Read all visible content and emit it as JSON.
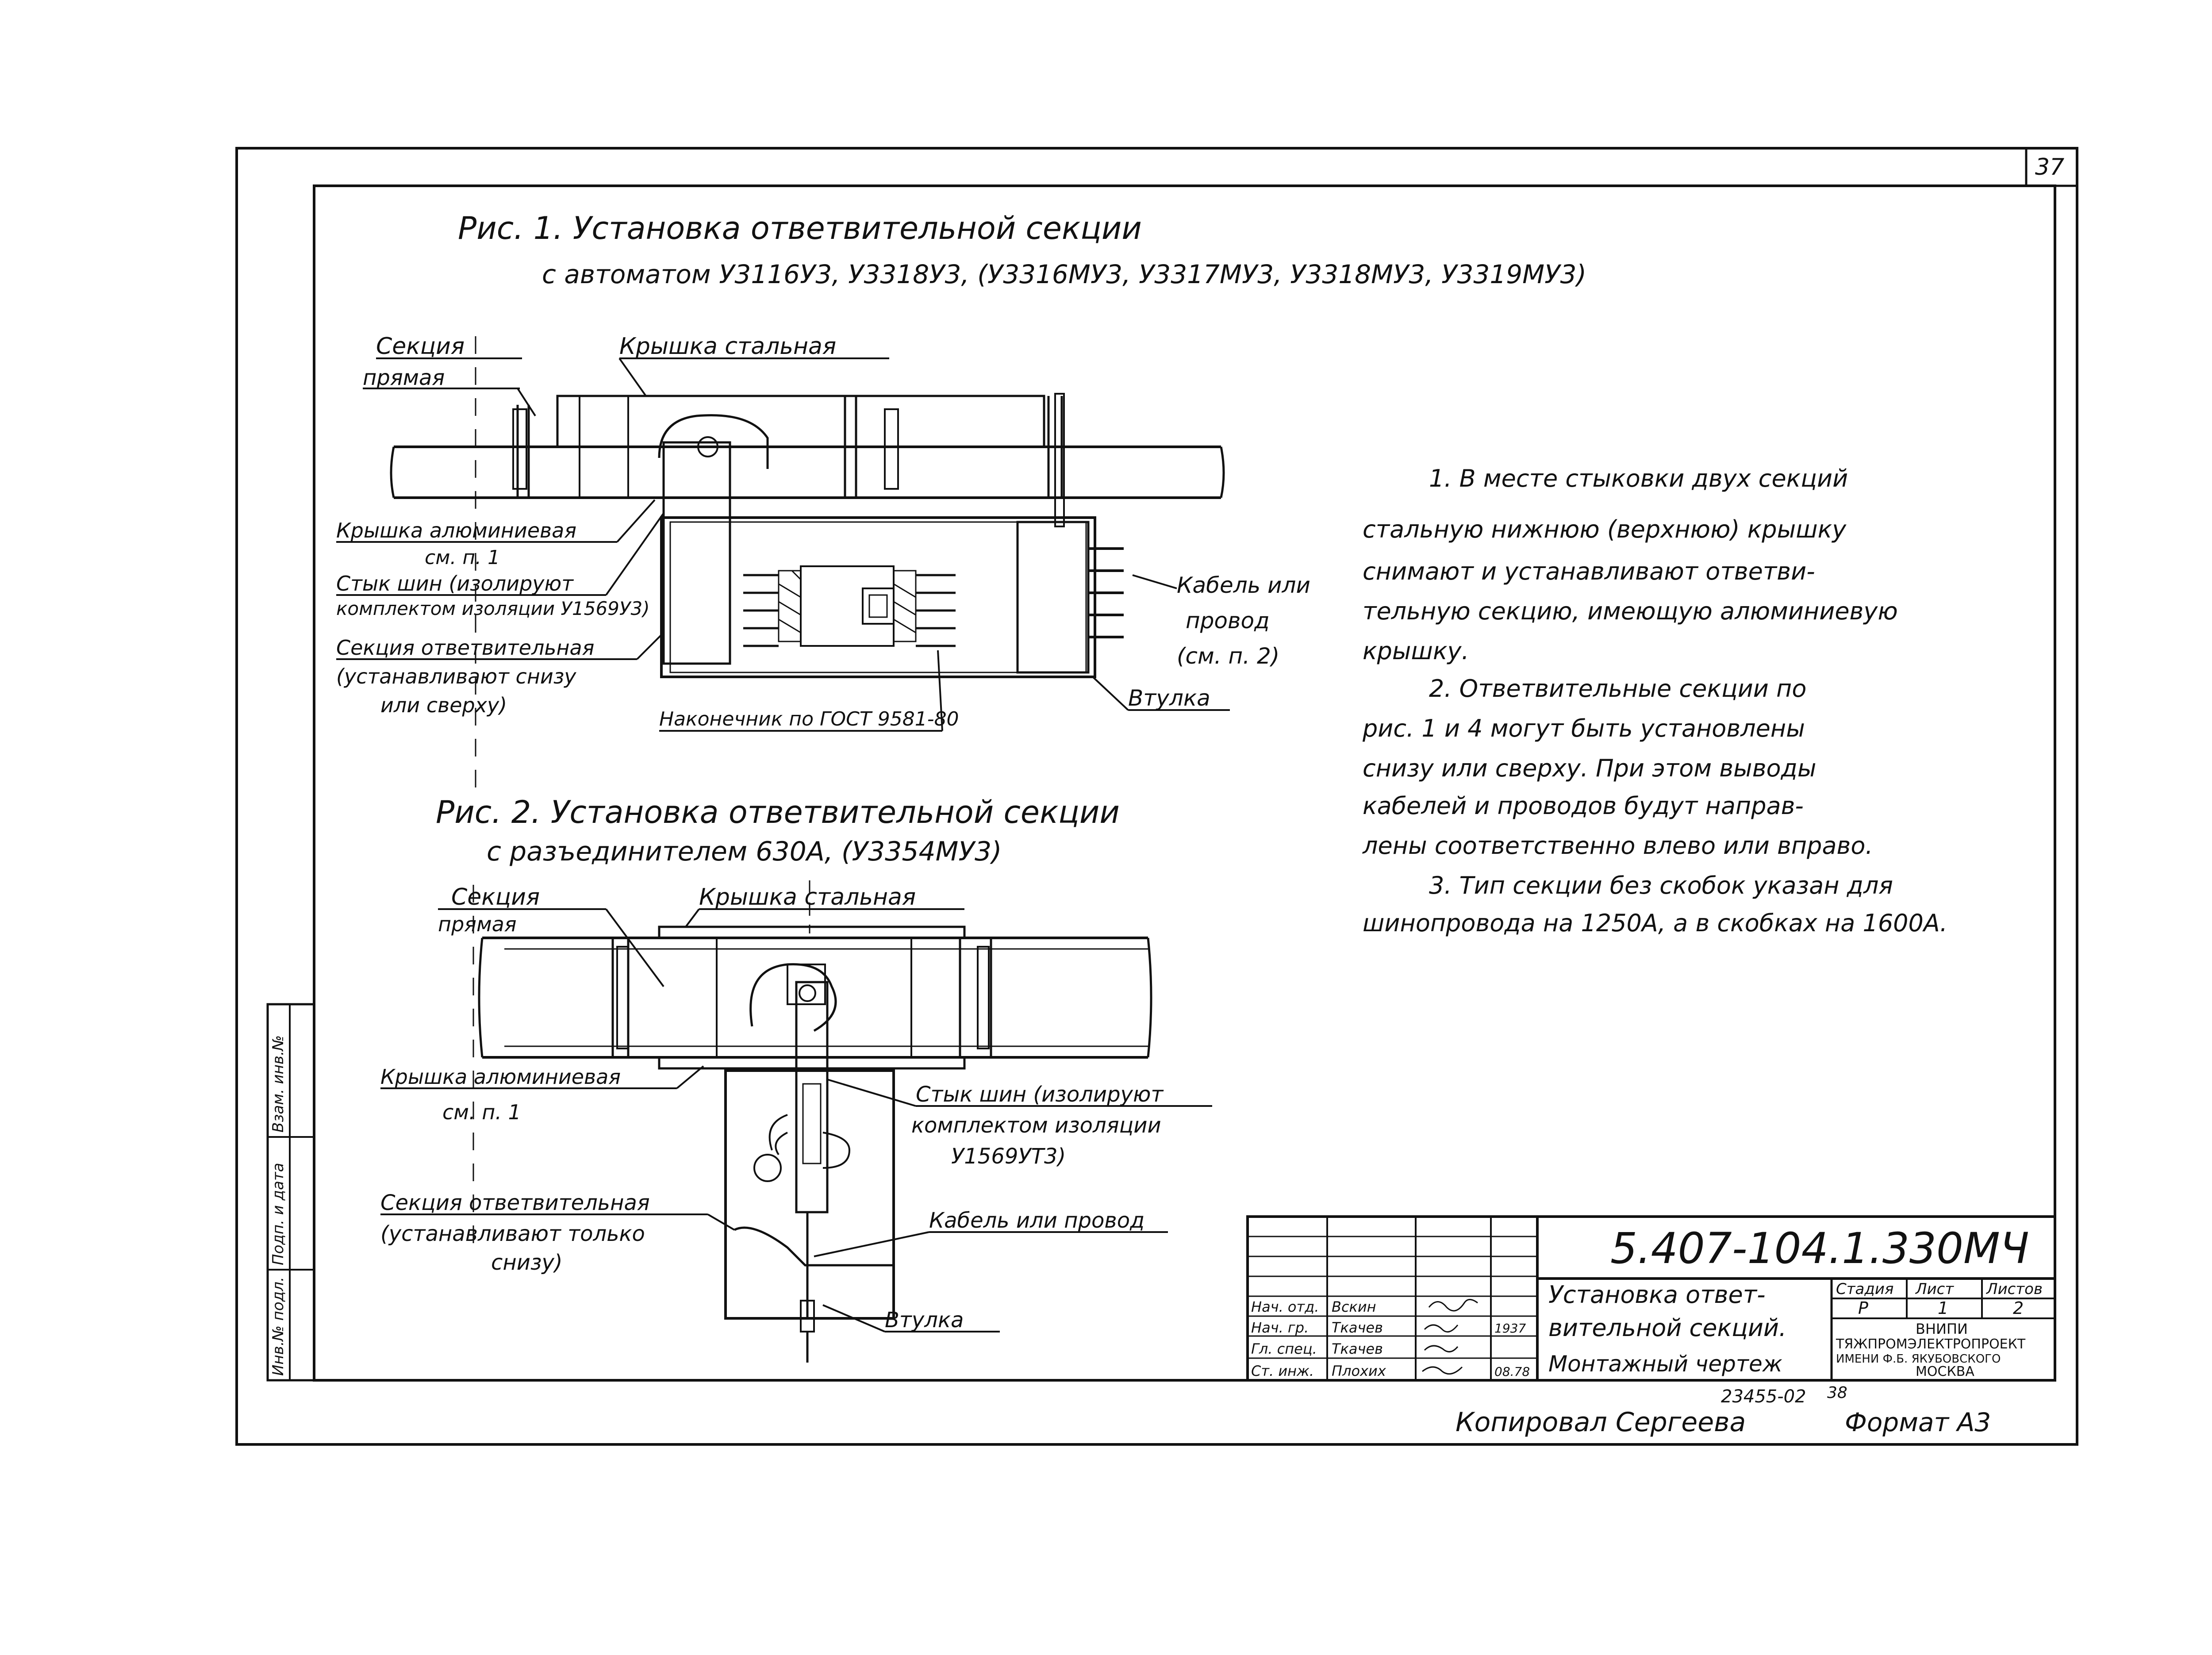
{
  "sheet": {
    "page_number": "37",
    "designation": "5.407-104.1.330МЧ",
    "copied_by": "Копировал Сергеева",
    "format": "Формат А3",
    "archive_no": "23455-02",
    "archive_sub": "38"
  },
  "fig1": {
    "title_line1": "Рис. 1. Установка ответвительной секции",
    "title_line2": "с автоматом У3116У3, У3318У3, (У3316МУ3, У3317МУ3, У3318МУ3, У3319МУ3)",
    "labels": {
      "section_straight_1": "Секция",
      "section_straight_2": "прямая",
      "cover_steel": "Крышка стальная",
      "cover_alu_1": "Крышка алюминиевая",
      "cover_alu_2": "см. п. 1",
      "joint_1": "Стык шин (изолируют",
      "joint_2": "комплектом изоляции У1569У3)",
      "branch_1": "Секция ответвительная",
      "branch_2": "(устанавливают снизу",
      "branch_3": "или сверху)",
      "lug": "Наконечник по ГОСТ 9581-80",
      "cable_1": "Кабель или",
      "cable_2": "провод",
      "cable_3": "(см. п. 2)",
      "sleeve": "Втулка"
    }
  },
  "fig2": {
    "title_line1": "Рис. 2. Установка ответвительной секции",
    "title_line2": "с разъединителем 630А, (У3354МУ3)",
    "labels": {
      "section_straight_1": "Секция",
      "section_straight_2": "прямая",
      "cover_steel": "Крышка стальная",
      "cover_alu_1": "Крышка алюминиевая",
      "cover_alu_2": "см. п. 1",
      "joint_1": "Стык шин (изолируют",
      "joint_2": "комплектом изоляции",
      "joint_3": "У1569УТ3)",
      "branch_1": "Секция ответвительная",
      "branch_2": "(устанавливают только",
      "branch_3": "снизу)",
      "cable": "Кабель или провод",
      "sleeve": "Втулка"
    }
  },
  "notes": [
    "1. В месте стыковки двух секций",
    "стальную нижнюю (верхнюю) крышку",
    "снимают и устанавливают ответви-",
    "тельную секцию, имеющую алюминиевую",
    "крышку.",
    "2. Ответвительные секции по",
    "рис. 1 и 4 могут быть установлены",
    "снизу или сверху. При этом выводы",
    "кабелей и проводов будут направ-",
    "лены соответственно влево или вправо.",
    "3. Тип секции без скобок указан для",
    "шинопровода на 1250А, а в скобках на 1600А."
  ],
  "side_stamp": [
    "Инв.№ подл.",
    "Подп. и дата",
    "Взам. инв.№"
  ],
  "title_block": {
    "sign_rows": [
      {
        "role": "Нач. отд.",
        "name": "Вскин",
        "date": ""
      },
      {
        "role": "Нач. гр.",
        "name": "Ткачев",
        "date": "1937"
      },
      {
        "role": "Гл. спец.",
        "name": "Ткачев",
        "date": ""
      },
      {
        "role": "Ст. инж.",
        "name": "Плохих",
        "date": "08.78"
      }
    ],
    "name_line1": "Установка ответ-",
    "name_line2": "вительной секций.",
    "name_line3": "Монтажный чертеж",
    "stage_hdr": "Стадия",
    "sheet_hdr": "Лист",
    "sheets_hdr": "Листов",
    "stage": "Р",
    "sheet": "1",
    "sheets": "2",
    "org_1": "ВНИПИ",
    "org_2": "ТЯЖПРОМЭЛЕКТРОПРОЕКТ",
    "org_3": "ИМЕНИ Ф.Б. ЯКУБОВСКОГО",
    "org_4": "МОСКВА"
  }
}
